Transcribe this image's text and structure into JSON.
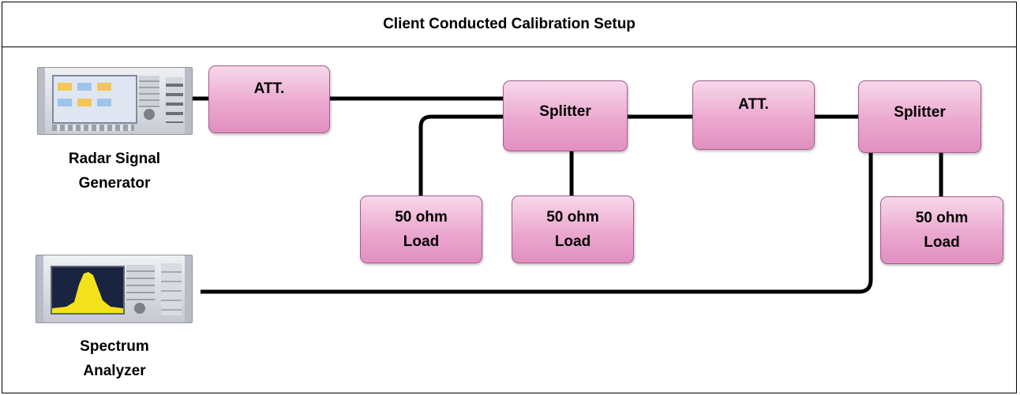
{
  "title": "Client Conducted Calibration Setup",
  "devices": {
    "generator": {
      "label": "Radar Signal\nGenerator"
    },
    "analyzer": {
      "label": "Spectrum\nAnalyzer"
    }
  },
  "blocks": {
    "att1": "ATT.",
    "splitter1": "Splitter",
    "att2": "ATT.",
    "splitter2": "Splitter",
    "load1": "50 ohm\nLoad",
    "load2": "50 ohm\nLoad",
    "load3": "50 ohm\nLoad"
  },
  "colors": {
    "block_fill": "#eba8cf",
    "block_border": "#a45c8e",
    "wire": "#000000"
  }
}
